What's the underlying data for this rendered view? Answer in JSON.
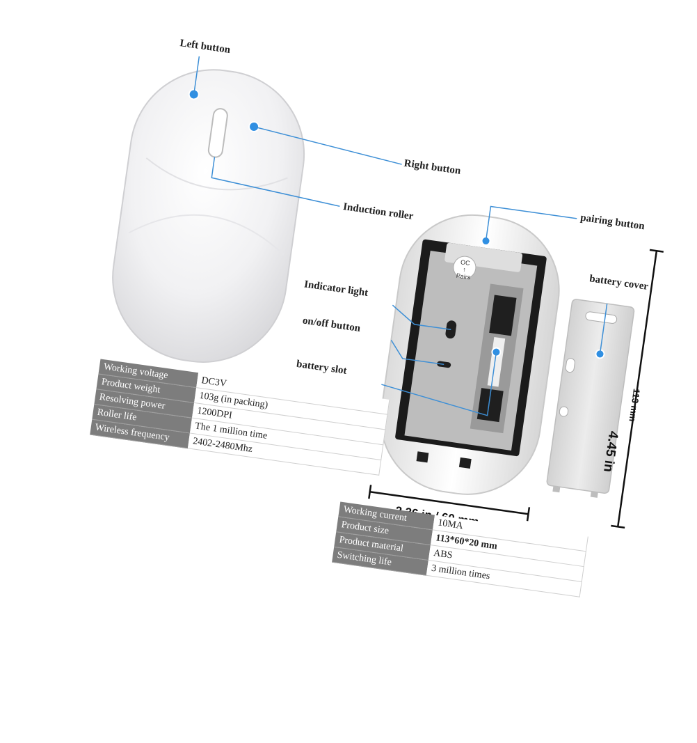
{
  "callouts": {
    "left_button": "Left button",
    "right_button": "Right button",
    "induction_roller": "Induction roller",
    "pairing_button": "pairing button",
    "battery_cover": "battery cover",
    "indicator_light": "Indicator light",
    "on_off_button": "on/off button",
    "battery_slot": "battery slot"
  },
  "dimensions": {
    "width": "2.36 in / 60 mm",
    "length_mm": "113 mm",
    "length_in": "4.45 in"
  },
  "mouse_label": {
    "line1": "OC",
    "line2": "Pairs",
    "arrow": "↑"
  },
  "specs_left": [
    {
      "label": "Working voltage",
      "value": "DC3V"
    },
    {
      "label": "Product weight",
      "value": "103g (in packing)"
    },
    {
      "label": "Resolving power",
      "value": "1200DPI"
    },
    {
      "label": "Roller life",
      "value": "The 1 million time"
    },
    {
      "label": "Wireless frequency",
      "value": "2402-2480Mhz"
    }
  ],
  "specs_right": [
    {
      "label": "Working current",
      "value": "10MA"
    },
    {
      "label": "Product size",
      "value": "113*60*20 mm"
    },
    {
      "label": "Product material",
      "value": "ABS"
    },
    {
      "label": "Switching life",
      "value": "3 million times"
    }
  ],
  "colors": {
    "accent": "#2f8fe3",
    "header_gray": "#7d7d7d",
    "line": "#3d8fd6"
  }
}
